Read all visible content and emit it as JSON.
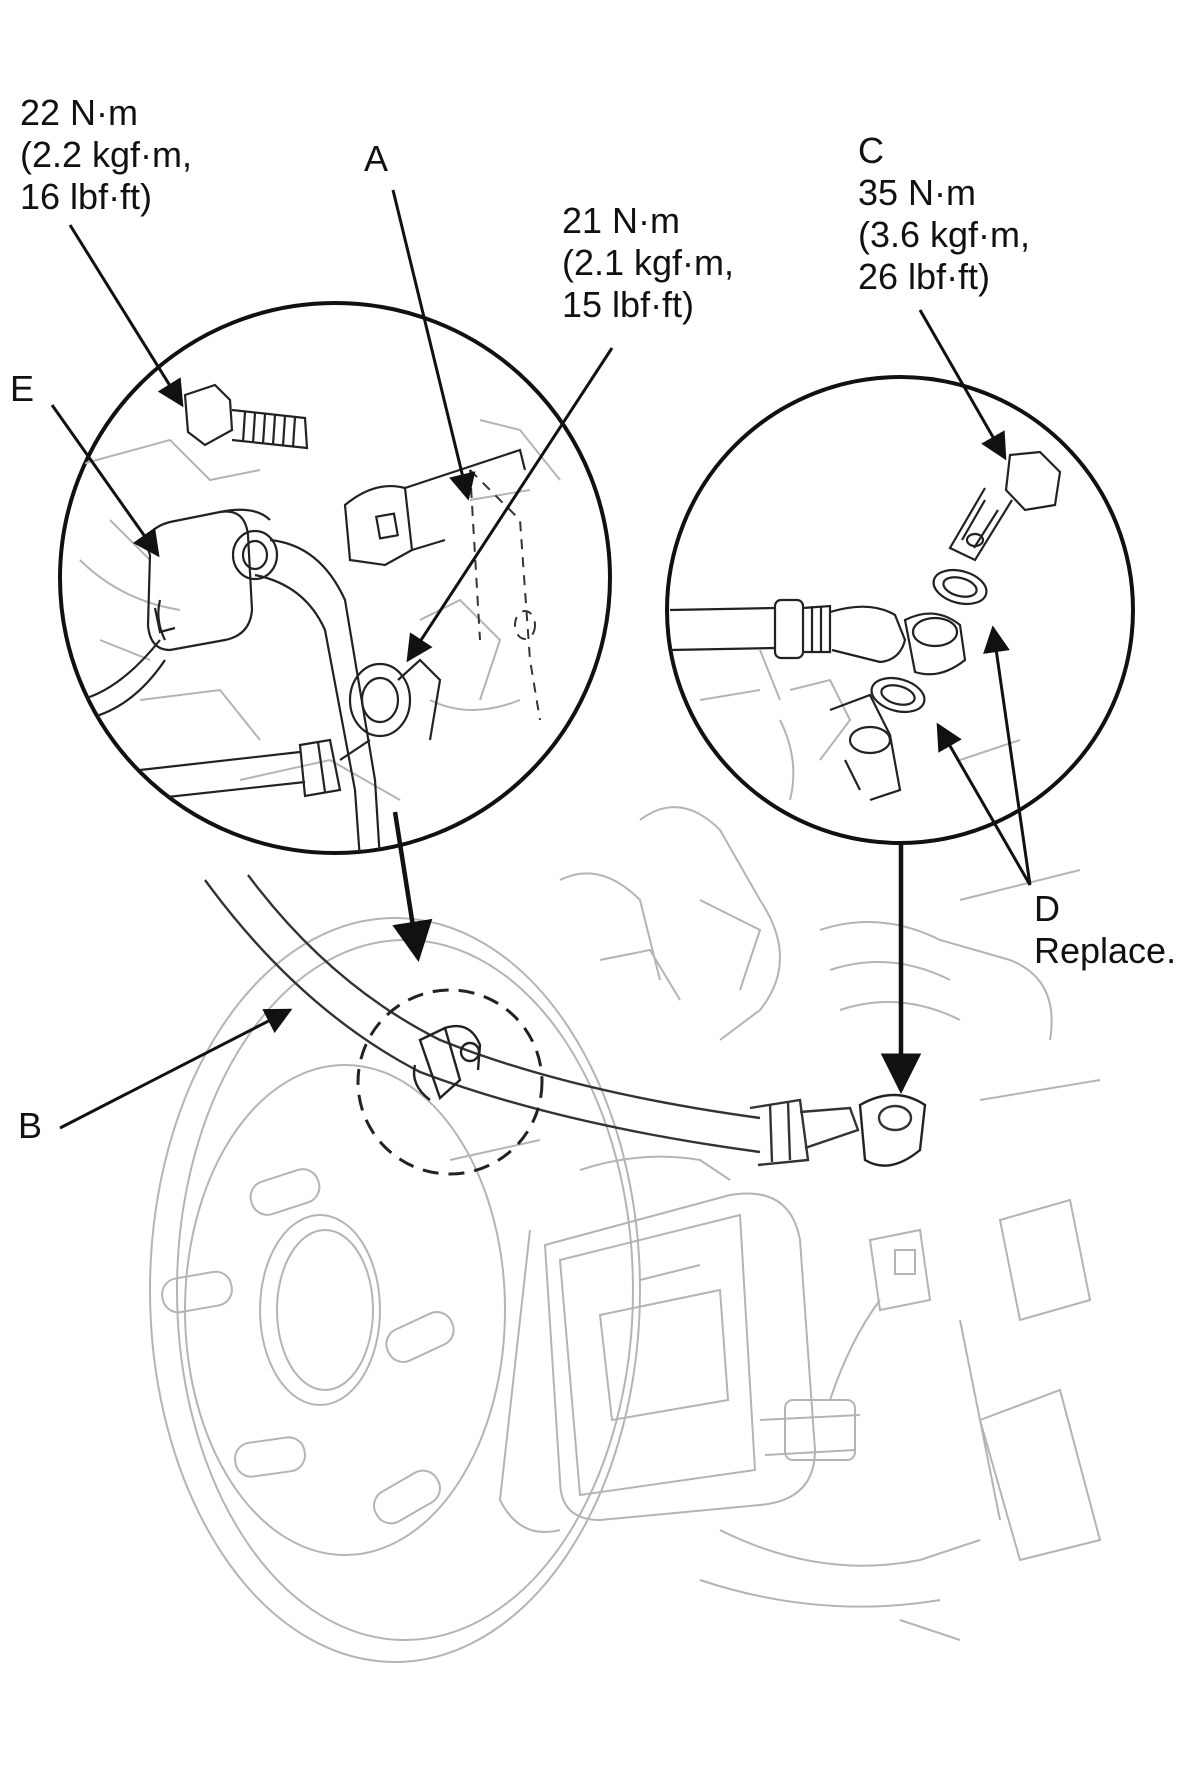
{
  "callouts": {
    "A": {
      "letter": "A"
    },
    "B": {
      "letter": "B"
    },
    "C": {
      "letter": "C",
      "torque_nm": "35 N·m",
      "torque_kgfm": "(3.6 kgf·m,",
      "torque_lbfft": "26 lbf·ft)"
    },
    "D": {
      "letter": "D",
      "note": "Replace."
    },
    "E": {
      "letter": "E"
    }
  },
  "torque_bolt_bracket": {
    "nm": "22 N·m",
    "kgfm": "(2.2 kgf·m,",
    "lbfft": "16 lbf·ft)"
  },
  "torque_bolt_hose_clamp": {
    "nm": "21 N·m",
    "kgfm": "(2.1 kgf·m,",
    "lbfft": "15 lbf·ft)"
  },
  "colors": {
    "ink": "#111111",
    "faint": "#b4b4b4",
    "detail": "#555555"
  }
}
